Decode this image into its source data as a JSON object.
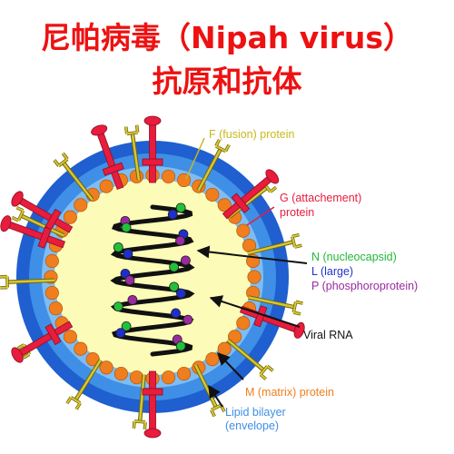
{
  "title": {
    "line1": "尼帕病毒（Nipah virus）",
    "line2": "抗原和抗体"
  },
  "labels": {
    "f_protein": "F (fusion) protein",
    "g_protein_line1": "G (attachement)",
    "g_protein_line2": "protein",
    "n_protein": "N (nucleocapsid)",
    "l_protein": "L (large)",
    "p_protein": "P (phosphoroprotein)",
    "viral_rna": "Viral RNA",
    "m_protein": "M (matrix) protein",
    "lipid_line1": "Lipid bilayer",
    "lipid_line2": "(envelope)"
  },
  "colors": {
    "title": "#ee1111",
    "envelope_outer": "#1f5fcf",
    "envelope_mid": "#3f8fe6",
    "envelope_inner": "#7fbcf2",
    "interior": "#fdfbb8",
    "matrix": "#f07e1e",
    "f_protein": "#d8c730",
    "g_protein": "#e81c3d",
    "rna": "#111111",
    "n_protein": "#22c03a",
    "l_protein": "#1d2fcf",
    "p_protein": "#9b2aa0",
    "label_f": "#c9b81c",
    "label_g": "#e81c3d",
    "label_n": "#22b83a",
    "label_l": "#2233cc",
    "label_p": "#9b2aa0",
    "label_rna": "#111111",
    "label_m": "#f07e1e",
    "label_lipid": "#3f8fe6"
  }
}
